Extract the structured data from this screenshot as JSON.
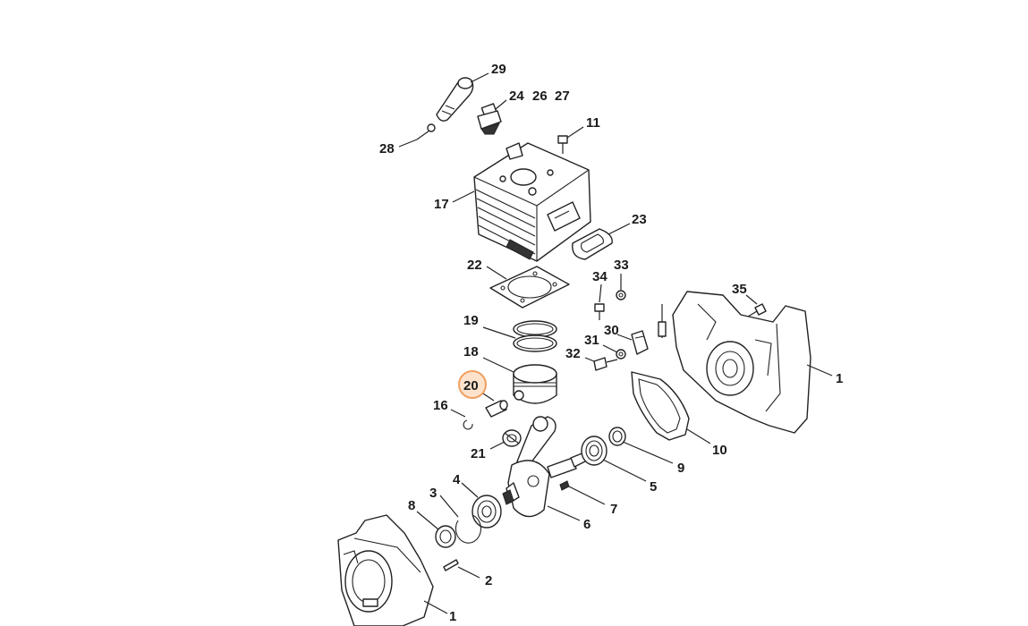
{
  "highlight_color": "#f0a060",
  "highlight_fill": "#fde2cc",
  "parts": [
    {
      "id": "p29",
      "label": "29"
    },
    {
      "id": "p24",
      "label": "24"
    },
    {
      "id": "p26",
      "label": "26"
    },
    {
      "id": "p27",
      "label": "27"
    },
    {
      "id": "p11",
      "label": "11"
    },
    {
      "id": "p28",
      "label": "28"
    },
    {
      "id": "p17",
      "label": "17"
    },
    {
      "id": "p23",
      "label": "23"
    },
    {
      "id": "p22",
      "label": "22"
    },
    {
      "id": "p34",
      "label": "34"
    },
    {
      "id": "p33",
      "label": "33"
    },
    {
      "id": "p35",
      "label": "35"
    },
    {
      "id": "p19",
      "label": "19"
    },
    {
      "id": "p30",
      "label": "30"
    },
    {
      "id": "p31",
      "label": "31"
    },
    {
      "id": "p32",
      "label": "32"
    },
    {
      "id": "p18",
      "label": "18"
    },
    {
      "id": "p1a",
      "label": "1"
    },
    {
      "id": "p20",
      "label": "20",
      "selected": true
    },
    {
      "id": "p16",
      "label": "16"
    },
    {
      "id": "p10",
      "label": "10"
    },
    {
      "id": "p21",
      "label": "21"
    },
    {
      "id": "p9",
      "label": "9"
    },
    {
      "id": "p5",
      "label": "5"
    },
    {
      "id": "p4",
      "label": "4"
    },
    {
      "id": "p3",
      "label": "3"
    },
    {
      "id": "p7",
      "label": "7"
    },
    {
      "id": "p8",
      "label": "8"
    },
    {
      "id": "p6",
      "label": "6"
    },
    {
      "id": "p2",
      "label": "2"
    },
    {
      "id": "p1b",
      "label": "1"
    }
  ]
}
